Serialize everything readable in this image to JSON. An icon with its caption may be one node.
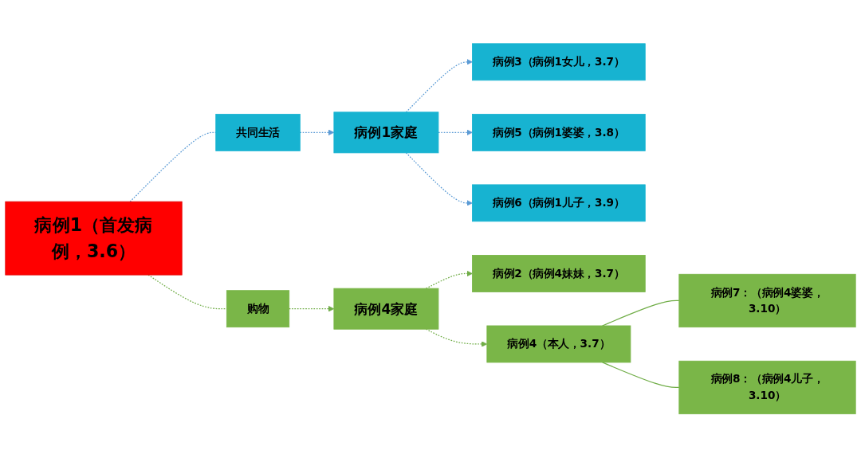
{
  "diagram": {
    "nodes": [
      {
        "text": [
          "病例1（首发病例，3.6）"
        ]
      },
      {
        "text": [
          "共同生活"
        ]
      },
      {
        "text": [
          "病例1家庭"
        ]
      },
      {
        "text": [
          "病例3（病例1女儿，3.7）"
        ]
      },
      {
        "text": [
          "病例5（病例1婆婆，3.8）"
        ]
      },
      {
        "text": [
          "病例6（病例1儿子，3.9）"
        ]
      },
      {
        "text": [
          "购物"
        ]
      },
      {
        "text": [
          "病例4家庭"
        ]
      },
      {
        "text": [
          "病例2（病例4妹妹，3.7）"
        ]
      },
      {
        "text": [
          "病例4（本人，3.7）"
        ]
      },
      {
        "text": [
          "病例7：（病例4婆婆，3.10）"
        ]
      },
      {
        "text": [
          "病例8：（病例4儿子，3.10）"
        ]
      }
    ],
    "edges": [
      {
        "from": 0,
        "to": 1,
        "arrow": "none",
        "style": "dashed",
        "color": "#5b9bd5"
      },
      {
        "from": 1,
        "to": 2,
        "arrow": "to",
        "style": "dashed",
        "color": "#5b9bd5"
      },
      {
        "from": 2,
        "to": 3,
        "arrow": "to",
        "style": "dashed",
        "color": "#5b9bd5"
      },
      {
        "from": 2,
        "to": 4,
        "arrow": "to",
        "style": "dashed",
        "color": "#5b9bd5"
      },
      {
        "from": 2,
        "to": 5,
        "arrow": "to",
        "style": "dashed",
        "color": "#5b9bd5"
      },
      {
        "from": 0,
        "to": 6,
        "arrow": "none",
        "style": "dashed"
      },
      {
        "from": 6,
        "to": 7,
        "arrow": "to",
        "style": "dashed"
      },
      {
        "from": 7,
        "to": 8,
        "arrow": "to",
        "style": "dashed"
      },
      {
        "from": 7,
        "to": 9,
        "arrow": "to",
        "style": "dashed"
      },
      {
        "from": 9,
        "to": 10,
        "arrow": "none"
      },
      {
        "from": 9,
        "to": 11,
        "arrow": "none"
      }
    ]
  }
}
